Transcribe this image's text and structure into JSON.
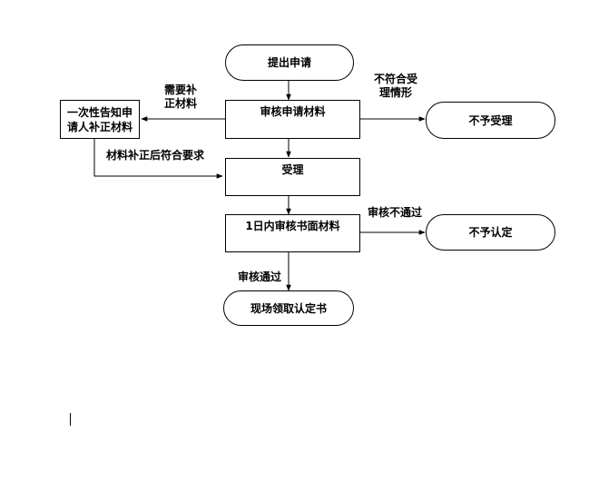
{
  "nodes": {
    "submit": "提出申请",
    "review_materials": "审核申请材料",
    "notify_supplement": "一次性告知申请人补正材料",
    "accept": "受理",
    "reject_accept": "不予受理",
    "review_one_day": "1日内审核书面材料",
    "reject_cert": "不予认定",
    "collect_cert": "现场领取认定书"
  },
  "edge_labels": {
    "need_supplement": "需要补正材料",
    "not_compliant": "不符合受理情形",
    "after_supplement": "材料补正后符合要求",
    "review_failed": "审核不通过",
    "review_passed": "审核通过"
  }
}
